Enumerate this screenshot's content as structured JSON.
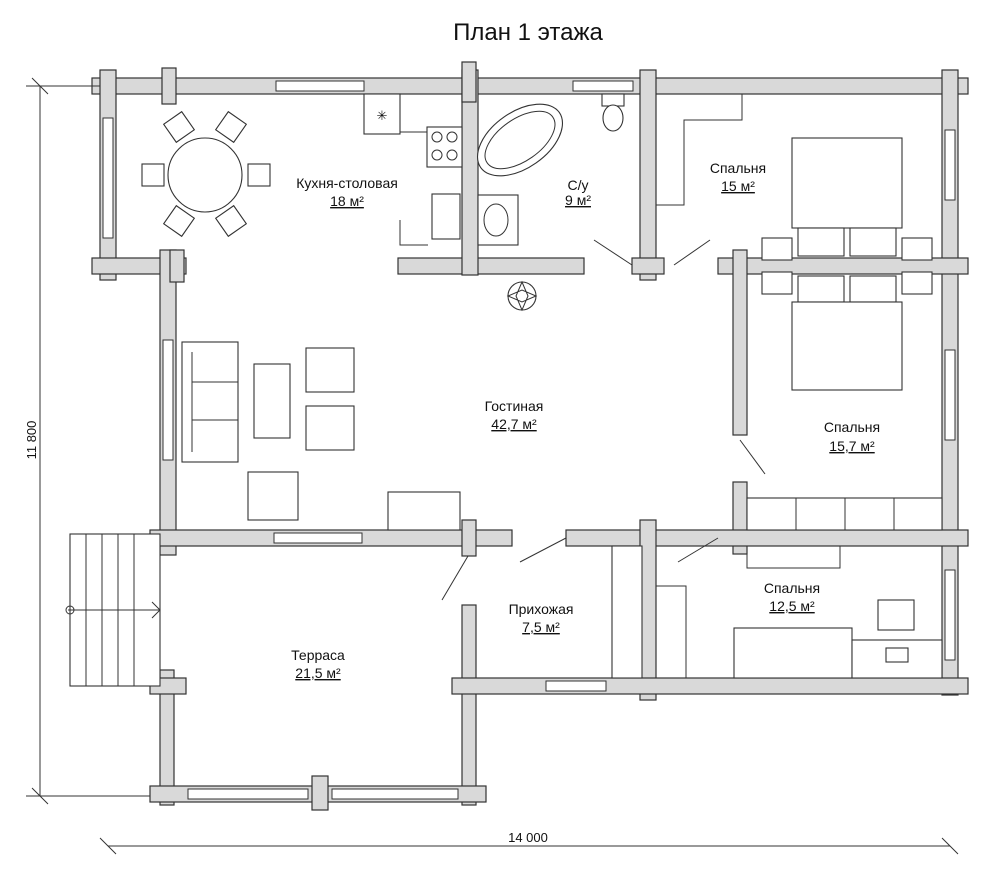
{
  "plan": {
    "title": "План 1 этажа",
    "dim_width": "14 000",
    "dim_height": "11 800"
  },
  "rooms": [
    {
      "name": "Кухня-столовая",
      "area": "18 м²"
    },
    {
      "name": "С/у",
      "area": "9 м²"
    },
    {
      "name": "Спальня",
      "area": "15 м²"
    },
    {
      "name": "Гостиная",
      "area": "42,7 м²"
    },
    {
      "name": "Спальня",
      "area": "15,7 м²"
    },
    {
      "name": "Прихожая",
      "area": "7,5 м²"
    },
    {
      "name": "Спальня",
      "area": "12,5 м²"
    },
    {
      "name": "Терраса",
      "area": "21,5 м²"
    }
  ],
  "colors": {
    "wall_fill": "#d9d9d9",
    "line": "#333333",
    "background": "#ffffff"
  }
}
